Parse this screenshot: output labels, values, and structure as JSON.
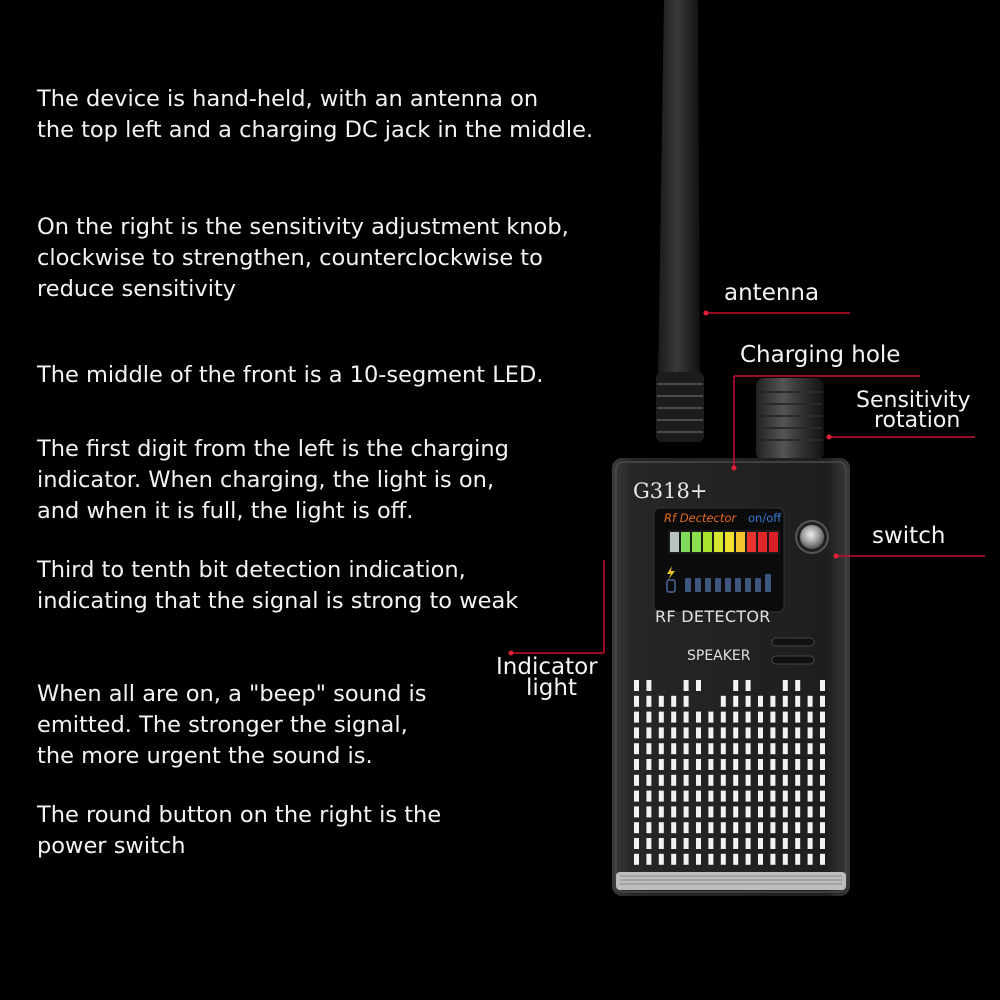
{
  "descriptions": [
    "The device is hand-held, with an antenna on\nthe top left and a charging DC jack in the middle.",
    "On the right is the sensitivity adjustment knob,\n clockwise to strengthen, counterclockwise to\nreduce sensitivity",
    "The middle of the front is a 10-segment LED.",
    "The first digit from the left is the charging\nindicator. When charging, the light is on,\nand when it is full, the light is off.",
    "Third to tenth bit detection indication,\n indicating that the signal is strong to weak",
    "When all are on, a \"beep\" sound is\nemitted. The stronger the signal,\nthe more urgent the sound is.",
    "The round button on the right is the\npower switch"
  ],
  "callouts": {
    "antenna": "antenna",
    "charging_hole": "Charging hole",
    "sensitivity_line1": "Sensitivity",
    "sensitivity_line2": "rotation",
    "switch": "switch",
    "indicator_line1": "Indicator",
    "indicator_line2": "light"
  },
  "device": {
    "model": "G318+",
    "panel_label": "Rf Dectector",
    "onoff_label": "on/off",
    "brand_label": "RF DETECTOR",
    "speaker_label": "SPEAKER",
    "led_colors": [
      "#b9c4bf",
      "#7ed957",
      "#8be04e",
      "#a6e22e",
      "#d4e830",
      "#f0e030",
      "#f4c430",
      "#e8342e",
      "#e02828",
      "#d81f26"
    ]
  },
  "colors": {
    "background": "#000000",
    "leader_line": "#c8102e",
    "text": "#f4f4f4"
  }
}
